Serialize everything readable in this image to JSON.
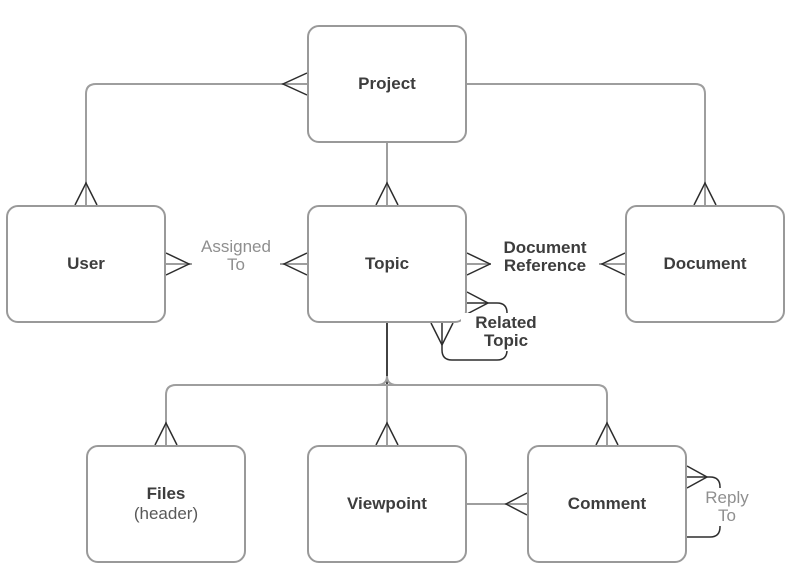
{
  "diagram_type": "entity-relationship (crow's foot notation)",
  "colors": {
    "background": "#ffffff",
    "entity_border": "#999999",
    "connector_line": "#9e9e9e",
    "crow_foot_mark": "#2d2d2d",
    "entity_text": "#3d3d3d",
    "entity_subtext": "#595959",
    "muted_label_text": "#8f8f8f",
    "strong_label_text": "#3d3d3d"
  },
  "entities": [
    {
      "id": "project",
      "label": "Project"
    },
    {
      "id": "user",
      "label": "User"
    },
    {
      "id": "topic",
      "label": "Topic"
    },
    {
      "id": "document",
      "label": "Document"
    },
    {
      "id": "files",
      "label": "Files",
      "sublabel": "(header)"
    },
    {
      "id": "viewpoint",
      "label": "Viewpoint"
    },
    {
      "id": "comment",
      "label": "Comment"
    }
  ],
  "labels": [
    {
      "id": "assigned-to",
      "text": "Assigned To",
      "style": "muted"
    },
    {
      "id": "document-reference",
      "text": "Document Reference",
      "style": "strong"
    },
    {
      "id": "related-topic",
      "text": "Related Topic",
      "style": "strong"
    },
    {
      "id": "reply-to",
      "text": "Reply To",
      "style": "muted"
    }
  ],
  "relationships": [
    {
      "entities": [
        "User",
        "Project"
      ],
      "label": "",
      "crow_feet_at": [
        "User",
        "Project"
      ]
    },
    {
      "entities": [
        "Project",
        "Topic"
      ],
      "label": "",
      "crow_feet_at": [
        "Topic"
      ]
    },
    {
      "entities": [
        "Project",
        "Document"
      ],
      "label": "",
      "crow_feet_at": [
        "Document"
      ]
    },
    {
      "entities": [
        "User",
        "Topic"
      ],
      "label": "Assigned To",
      "crow_feet_at": [
        "User",
        "Topic"
      ]
    },
    {
      "entities": [
        "Topic",
        "Document"
      ],
      "label": "Document Reference",
      "crow_feet_at": [
        "Topic",
        "Document"
      ]
    },
    {
      "entities": [
        "Topic",
        "Topic"
      ],
      "label": "Related Topic",
      "crow_feet_at": [
        "Topic",
        "Topic"
      ]
    },
    {
      "entities": [
        "Topic",
        "Files"
      ],
      "label": "",
      "crow_feet_at": [
        "Files"
      ]
    },
    {
      "entities": [
        "Topic",
        "Viewpoint"
      ],
      "label": "",
      "crow_feet_at": [
        "Viewpoint"
      ]
    },
    {
      "entities": [
        "Topic",
        "Comment"
      ],
      "label": "",
      "crow_feet_at": [
        "Comment"
      ]
    },
    {
      "entities": [
        "Viewpoint",
        "Comment"
      ],
      "label": "",
      "crow_feet_at": [
        "Comment"
      ]
    },
    {
      "entities": [
        "Comment",
        "Comment"
      ],
      "label": "Reply To",
      "crow_feet_at": [
        "Comment"
      ]
    }
  ]
}
